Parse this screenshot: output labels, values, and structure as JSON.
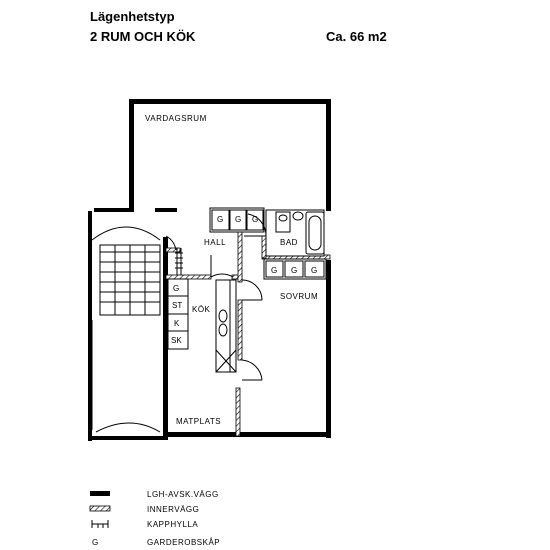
{
  "header": {
    "title": "Lägenhetstyp",
    "subtitle": "2 RUM OCH KÖK",
    "area": "Ca. 66 m2"
  },
  "rooms": {
    "living": "VARDAGSRUM",
    "hall": "HALL",
    "bath": "BAD",
    "kitchen": "KÖK",
    "bedroom": "SOVRUM",
    "dining": "MATPLATS"
  },
  "cabinets": {
    "hall_wardrobe": [
      "G",
      "G",
      "G"
    ],
    "bedroom_wardrobe": [
      "G",
      "G",
      "G"
    ],
    "kitchen_units": [
      "G",
      "ST",
      "K",
      "SK"
    ]
  },
  "legend": [
    {
      "symbol": "",
      "label": "LGH-AVSK.VÄGG"
    },
    {
      "symbol": "",
      "label": "INNERVÄGG"
    },
    {
      "symbol": "",
      "label": "KAPPHYLLA"
    },
    {
      "symbol": "G",
      "label": "GARDEROBSKÅP"
    }
  ]
}
